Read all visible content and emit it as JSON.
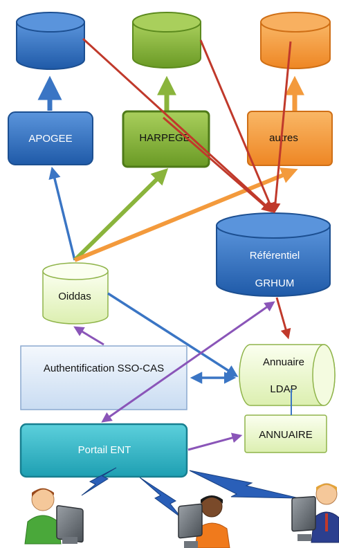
{
  "nodes": {
    "db_apogee": "",
    "db_harpege": "",
    "db_autres": "",
    "apogee": "APOGEE",
    "harpege": "HARPEGE",
    "autres": "autres",
    "referentiel_line1": "Référentiel",
    "referentiel_line2": "GRHUM",
    "oiddas": "Oiddas",
    "sso_cas": "Authentification SSO-CAS",
    "annuaire_ldap_line1": "Annuaire",
    "annuaire_ldap_line2": "LDAP",
    "annuaire": "ANNUAIRE",
    "portail": "Portail ENT"
  },
  "colors": {
    "blue": "#3a75c4",
    "green": "#8ab43c",
    "orange": "#f39a3c",
    "red": "#c0392b",
    "purple": "#8a55b8",
    "teal": "#2fb8c8",
    "light_green": "#eef7d4",
    "light_blue": "#dde9f7"
  },
  "icons": [
    "user-icon",
    "user-icon",
    "user-icon",
    "lightning-icon",
    "lightning-icon",
    "lightning-icon"
  ]
}
